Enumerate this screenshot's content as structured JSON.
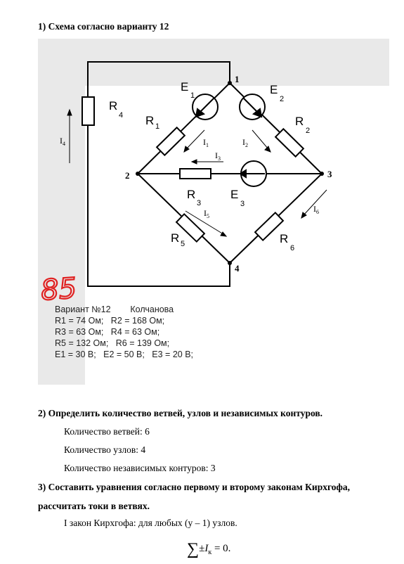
{
  "section1": {
    "heading": "1) Схема согласно варианту 12"
  },
  "figure": {
    "labels": {
      "node1": "1",
      "node2": "2",
      "node3": "3",
      "node4": "4",
      "E1": "E",
      "E1_sub": "1",
      "E2": "E",
      "E2_sub": "2",
      "E3": "E",
      "E3_sub": "3",
      "R1": "R",
      "R1_sub": "1",
      "R2": "R",
      "R2_sub": "2",
      "R3": "R",
      "R3_sub": "3",
      "R4": "R",
      "R4_sub": "4",
      "R5": "R",
      "R5_sub": "5",
      "R6": "R",
      "R6_sub": "6",
      "I1": "I",
      "I1_sub": "1",
      "I2": "I",
      "I2_sub": "2",
      "I3": "I",
      "I3_sub": "3",
      "I4": "I",
      "I4_sub": "4",
      "I5": "I",
      "I5_sub": "5",
      "I6": "I",
      "I6_sub": "6",
      "grade_mark": "85"
    },
    "variant_info": {
      "line1": "Вариант №12        Колчанова",
      "line2": "R1 = 74 Ом;   R2 = 168 Ом;",
      "line3": "R3 = 63 Ом;   R4 = 63 Ом;",
      "line4": "R5 = 132 Ом;   R6 = 139 Ом;",
      "line5": "E1 = 30 В;   E2 = 50 В;   E3 = 20 В;"
    }
  },
  "section2": {
    "heading": "2) Определить количество ветвей, узлов и независимых контуров.",
    "branches": "Количество ветвей: 6",
    "nodes": "Количество узлов: 4",
    "loops": "Количество независимых контуров: 3"
  },
  "section3": {
    "heading": "3) Составить уравнения согласно первому и второму законам Кирхгофа, рассчитать токи в ветвях.",
    "law1": "I закон Кирхгофа: для любых (y – 1) узлов.",
    "formula_sigma": "∑",
    "formula_pm": "±",
    "formula_I": "I",
    "formula_sub": "к",
    "formula_rest": " = 0."
  }
}
